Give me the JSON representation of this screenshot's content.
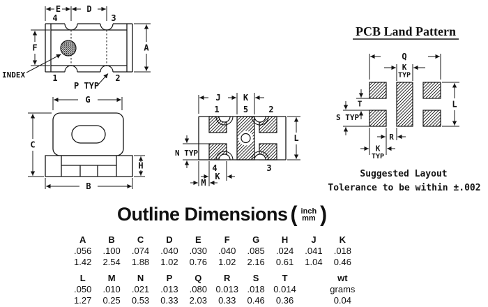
{
  "drawings": {
    "top": {
      "e": "E",
      "d": "D",
      "f": "F",
      "a": "A",
      "pin4": "4",
      "pin3": "3",
      "pin1": "1",
      "pin2": "2",
      "index": "INDEX",
      "p_typ": "P TYP"
    },
    "side": {
      "g": "G",
      "c": "C",
      "b": "B",
      "h": "H"
    },
    "bottom": {
      "j": "J",
      "k_top": "K",
      "pin1": "1",
      "pin5": "5",
      "pin2": "2",
      "pin4": "4",
      "pin3": "3",
      "n_typ": "N TYP",
      "m": "M",
      "k_bot": "K",
      "l": "L"
    },
    "land": {
      "title": "PCB Land Pattern",
      "q": "Q",
      "k_top": "K",
      "typ_top": "TYP",
      "t": "T",
      "s_typ": "S TYP",
      "r": "R",
      "k_bot": "K",
      "typ_bot": "TYP",
      "l": "L",
      "note_line1": "Suggested Layout",
      "note_line2": "Tolerance to be within ±.002"
    }
  },
  "outline": {
    "title": "Outline Dimensions",
    "paren_open": "(",
    "paren_close": ")",
    "unit_top": "inch",
    "unit_bottom": "mm"
  },
  "tables": [
    {
      "cols": [
        {
          "h": "A",
          "inch": ".056",
          "mm": "1.42"
        },
        {
          "h": "B",
          "inch": ".100",
          "mm": "2.54"
        },
        {
          "h": "C",
          "inch": ".074",
          "mm": "1.88"
        },
        {
          "h": "D",
          "inch": ".040",
          "mm": "1.02"
        },
        {
          "h": "E",
          "inch": ".030",
          "mm": "0.76"
        },
        {
          "h": "F",
          "inch": ".040",
          "mm": "1.02"
        },
        {
          "h": "G",
          "inch": ".085",
          "mm": "2.16"
        },
        {
          "h": "H",
          "inch": ".024",
          "mm": "0.61"
        },
        {
          "h": "J",
          "inch": ".041",
          "mm": "1.04"
        },
        {
          "h": "K",
          "inch": ".018",
          "mm": "0.46"
        }
      ]
    },
    {
      "cols": [
        {
          "h": "L",
          "inch": ".050",
          "mm": "1.27"
        },
        {
          "h": "M",
          "inch": ".010",
          "mm": "0.25"
        },
        {
          "h": "N",
          "inch": ".021",
          "mm": "0.53"
        },
        {
          "h": "P",
          "inch": ".013",
          "mm": "0.33"
        },
        {
          "h": "Q",
          "inch": ".080",
          "mm": "2.03"
        },
        {
          "h": "R",
          "inch": "0.013",
          "mm": "0.33"
        },
        {
          "h": "S",
          "inch": ".018",
          "mm": "0.46"
        },
        {
          "h": "T",
          "inch": "0.014",
          "mm": "0.36"
        },
        {
          "h": "",
          "inch": "",
          "mm": ""
        },
        {
          "h": "wt",
          "inch": "grams",
          "mm": "0.04"
        }
      ]
    }
  ],
  "colors": {
    "line": "#141414",
    "background": "#ffffff"
  }
}
